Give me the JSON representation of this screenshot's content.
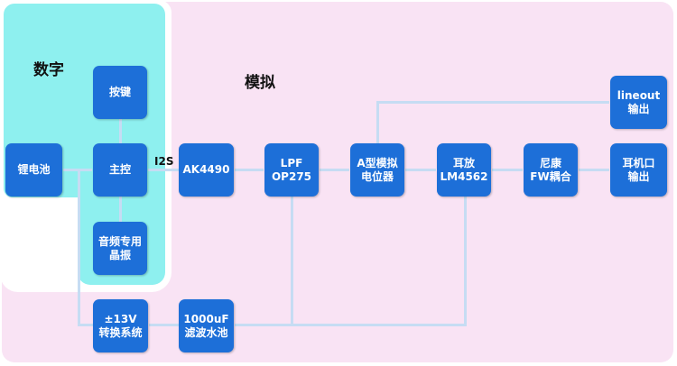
{
  "regions": {
    "digital_label": "数字",
    "analog_label": "模拟"
  },
  "blocks": {
    "lithium_battery": "锂电池",
    "keys": "按键",
    "main_control": "主控",
    "audio_crystal": "音频专用\n晶振",
    "ak4490": "AK4490",
    "lpf": "LPF\nOP275",
    "volume_pot": "A型模拟\n电位器",
    "headphone_amp": "耳放\nLM4562",
    "coupling": "尼康\nFW耦合",
    "lineout": "lineout\n输出",
    "headphone_out": "耳机口\n输出",
    "converter": "±13V\n转换系统",
    "capacitor_pool": "1000uF\n滤波水池"
  },
  "connections": {
    "i2s_label": "I2S"
  },
  "colors": {
    "digital_region": "#8ef0ef",
    "analog_region": "#f9e3f4",
    "block_fill": "#1d6fd8",
    "block_text": "#ffffff",
    "connector": "#c6dcf3"
  }
}
